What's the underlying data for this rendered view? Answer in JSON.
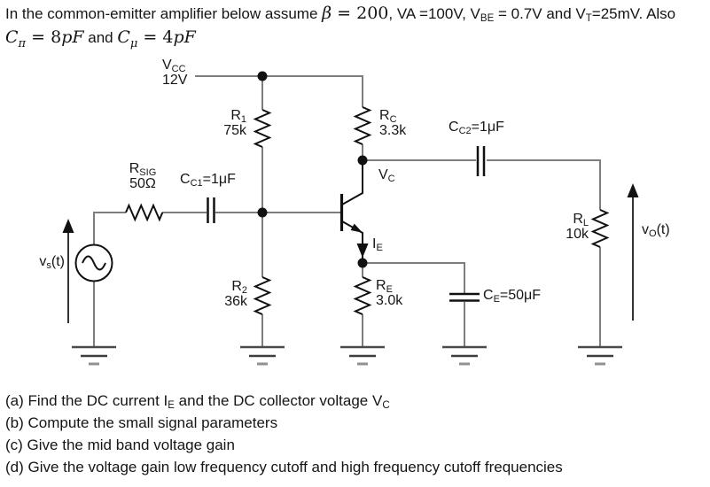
{
  "problem": {
    "line1": {
      "s1": "In the common-emitter amplifier below assume ",
      "s2": "β",
      "s3": " = 200",
      "s4": ", VA =100V, V",
      "s5": "BE",
      "s6": " = 0.7V and V",
      "s7": "T",
      "s8": "=25mV.  Also"
    },
    "line2": {
      "s1": "C",
      "s2": "π",
      "s3": " = 8",
      "s4": "pF",
      "s5": "  and  ",
      "s6": "C",
      "s7": "μ",
      "s8": " = 4",
      "s9": "pF"
    }
  },
  "circuit": {
    "labels": {
      "vcc": {
        "sym": "V",
        "sub": "CC",
        "value": "12V"
      },
      "r1": {
        "sym": "R",
        "sub": "1",
        "value": "75k"
      },
      "rc": {
        "sym": "R",
        "sub": "C",
        "value": "3.3k"
      },
      "cc1": {
        "sym": "C",
        "sub": "C1",
        "suffix": "=1μF"
      },
      "cc2": {
        "sym": "C",
        "sub": "C2",
        "suffix": "=1μF"
      },
      "rsig": {
        "sym": "R",
        "sub": "SIG",
        "value": "50Ω"
      },
      "vc": {
        "sym": "V",
        "sub": "C"
      },
      "ie": {
        "sym": "I",
        "sub": "E"
      },
      "rl": {
        "sym": "R",
        "sub": "L",
        "value": "10k"
      },
      "vo": {
        "sym": "v",
        "sub": "O",
        "suffix": "(t)"
      },
      "vs": {
        "sym": "v",
        "sub": "s",
        "suffix": "(t)"
      },
      "r2": {
        "sym": "R",
        "sub": "2",
        "value": "36k"
      },
      "re": {
        "sym": "R",
        "sub": "E",
        "value": "3.0k"
      },
      "ce": {
        "sym": "C",
        "sub": "E",
        "suffix": "=50μF"
      }
    },
    "colors": {
      "wire": "#7d7d7d",
      "component": "#111111",
      "text": "#161616"
    }
  },
  "questions": {
    "a": {
      "s1": "(a) Find the DC current I",
      "s2": "E",
      "s3": " and the DC collector voltage V",
      "s4": "C"
    },
    "b": "(b) Compute the small signal parameters",
    "c": "(c) Give the mid band voltage gain",
    "d": "(d) Give the voltage gain low frequency cutoff and high frequency cutoff frequencies"
  }
}
